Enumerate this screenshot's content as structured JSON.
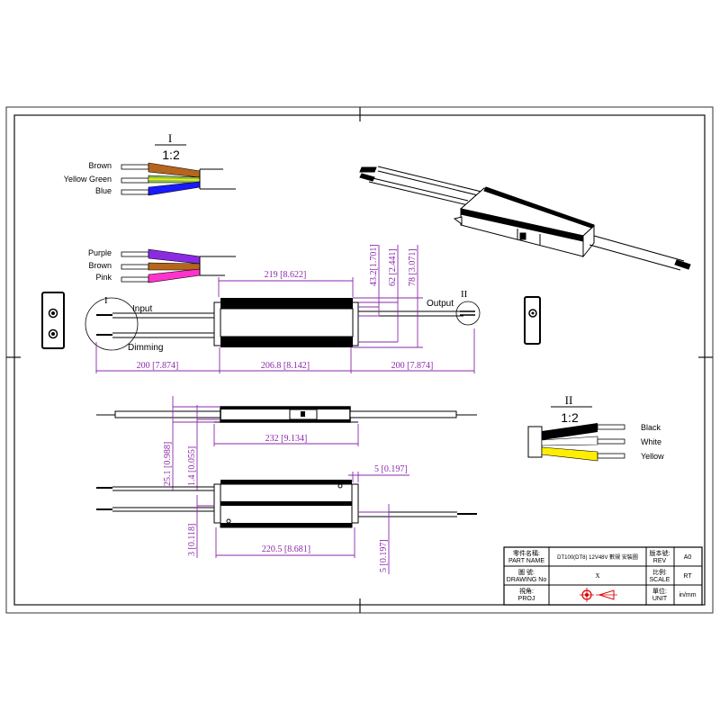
{
  "detail_I": {
    "roman": "I",
    "scale": "1:2"
  },
  "detail_II": {
    "roman": "II",
    "scale": "1:2"
  },
  "input_wires": [
    {
      "label": "Brown",
      "color": "#b5651d"
    },
    {
      "label": "Yellow Green",
      "color": "#8bc34a"
    },
    {
      "label": "Blue",
      "color": "#1a1aff"
    }
  ],
  "dimming_wires": [
    {
      "label": "Purple",
      "color": "#8a2be2"
    },
    {
      "label": "Brown",
      "color": "#b5651d"
    },
    {
      "label": "Pink",
      "color": "#ff33cc"
    }
  ],
  "output_wires": [
    {
      "label": "Black",
      "color": "#000000"
    },
    {
      "label": "White",
      "color": "#ffffff"
    },
    {
      "label": "Yellow",
      "color": "#ffee00"
    }
  ],
  "callouts": {
    "input": "Input",
    "dimming": "Dimming",
    "output": "Output",
    "detail_I": "I",
    "detail_II": "II"
  },
  "dimensions": {
    "top_width": "219 [8.622]",
    "height_1": "43.2[1.701]",
    "height_2": "62 [2.441]",
    "height_3": "78 [3.071]",
    "left_lead": "200 [7.874]",
    "body_length": "206.8 [8.142]",
    "right_lead": "200 [7.874]",
    "side_length": "232 [9.134]",
    "side_height": "25.1 [0.988]",
    "flange_thickness": "1.4 [0.055]",
    "slot_width": "5 [0.197]",
    "hole_offset": "3 [0.118]",
    "mount_length": "220.5 [8.681]",
    "slot_depth": "5 [0.197]"
  },
  "title_block": {
    "part_name_label_cn": "零件名稱:",
    "part_name_label": "PART NAME",
    "part_name_value": "DT100(DT8) 12V48V 數規 安裝圖",
    "rev_label_cn": "版本號:",
    "rev_label": "REV",
    "rev_value": "A0",
    "drawing_no_label_cn": "圖 號:",
    "drawing_no_label": "DRAWING No",
    "drawing_no_value": "X",
    "scale_label_cn": "比例:",
    "scale_label": "SCALE",
    "scale_value": "RT",
    "proj_label_cn": "視角:",
    "proj_label": "PROJ",
    "unit_label_cn": "單位:",
    "unit_label": "UNIT",
    "unit_value": "in/mm"
  },
  "colors": {
    "dimension": "#8a2aa8",
    "line": "#000000"
  }
}
